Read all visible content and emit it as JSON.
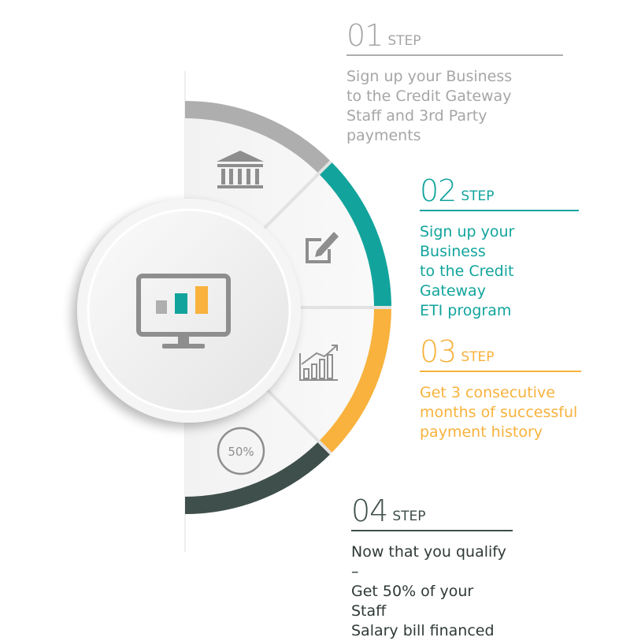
{
  "colors": {
    "step1": "#aeaeae",
    "step2": "#12a49c",
    "step3": "#f8b23d",
    "step4": "#3f4f4b",
    "icon": "#8e8e8e",
    "step1_text": "#a6a6a6",
    "step4_text": "#2f3a38"
  },
  "steps": [
    {
      "number": "01",
      "label": "STEP",
      "text": "Sign up your Business\nto the Credit Gateway\nStaff and 3rd Party\npayments",
      "icon": "bank-icon"
    },
    {
      "number": "02",
      "label": "STEP",
      "text": "Sign up your Business\nto the Credit Gateway\nETI program",
      "icon": "edit-icon"
    },
    {
      "number": "03",
      "label": "STEP",
      "text": "Get 3 consecutive\nmonths of successful\npayment history",
      "icon": "growth-chart-icon"
    },
    {
      "number": "04",
      "label": "STEP",
      "text": "Now that you qualify –\nGet 50% of your Staff\nSalary bill financed",
      "icon": "percent-badge-icon",
      "badge": "50%"
    }
  ],
  "center_icon": "monitor-chart-icon"
}
